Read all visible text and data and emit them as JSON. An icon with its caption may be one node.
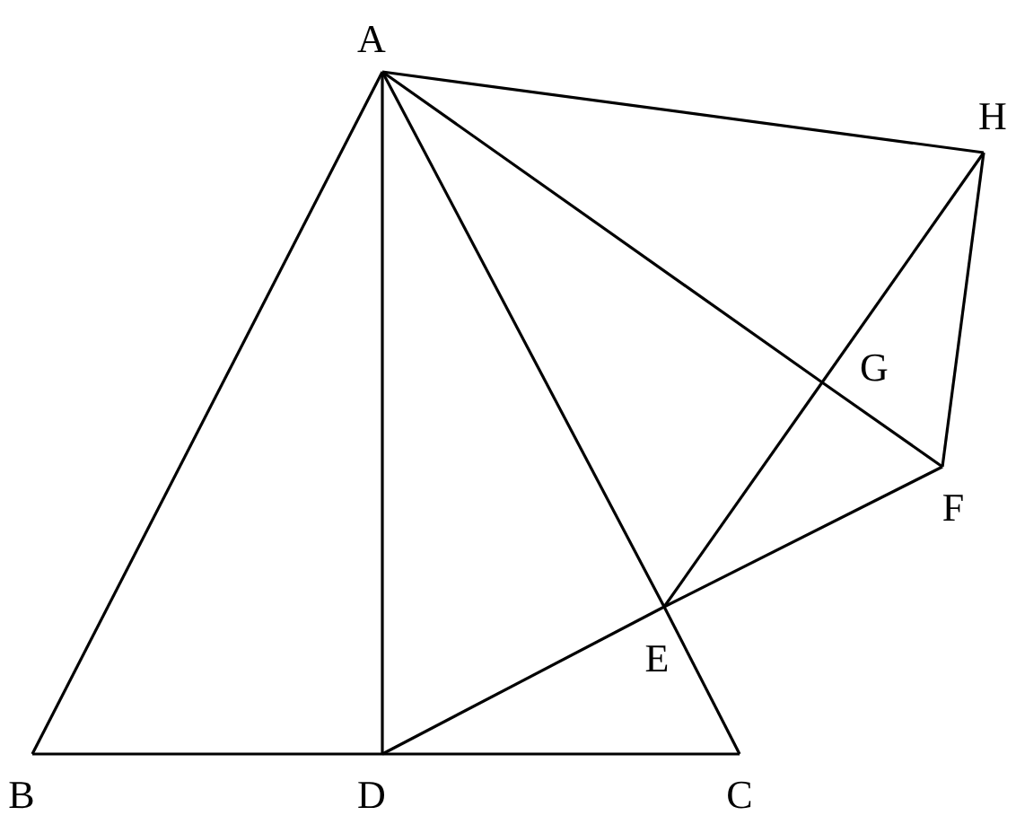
{
  "diagram": {
    "nodes": [
      {
        "text": [
          "A"
        ]
      },
      {
        "text": [
          "H"
        ]
      },
      {
        "text": [
          "G"
        ]
      },
      {
        "text": [
          "F"
        ]
      },
      {
        "text": [
          "E"
        ]
      },
      {
        "text": [
          "B"
        ]
      },
      {
        "text": [
          "D"
        ]
      },
      {
        "text": [
          "C"
        ]
      }
    ],
    "edges": [
      {
        "from": 0,
        "to": 5,
        "arrow": "none"
      },
      {
        "from": 5,
        "to": 6,
        "arrow": "none"
      },
      {
        "from": 6,
        "to": 7,
        "arrow": "none"
      },
      {
        "from": 0,
        "to": 6,
        "arrow": "none"
      },
      {
        "from": 0,
        "to": 4,
        "arrow": "none"
      },
      {
        "from": 4,
        "to": 7,
        "arrow": "none"
      },
      {
        "from": 0,
        "to": 2,
        "arrow": "none"
      },
      {
        "from": 2,
        "to": 3,
        "arrow": "none"
      },
      {
        "from": 0,
        "to": 1,
        "arrow": "none"
      },
      {
        "from": 1,
        "to": 3,
        "arrow": "none"
      },
      {
        "from": 6,
        "to": 4,
        "arrow": "none"
      },
      {
        "from": 4,
        "to": 3,
        "arrow": "none"
      },
      {
        "from": 4,
        "to": 2,
        "arrow": "none"
      },
      {
        "from": 2,
        "to": 1,
        "arrow": "none"
      }
    ]
  }
}
